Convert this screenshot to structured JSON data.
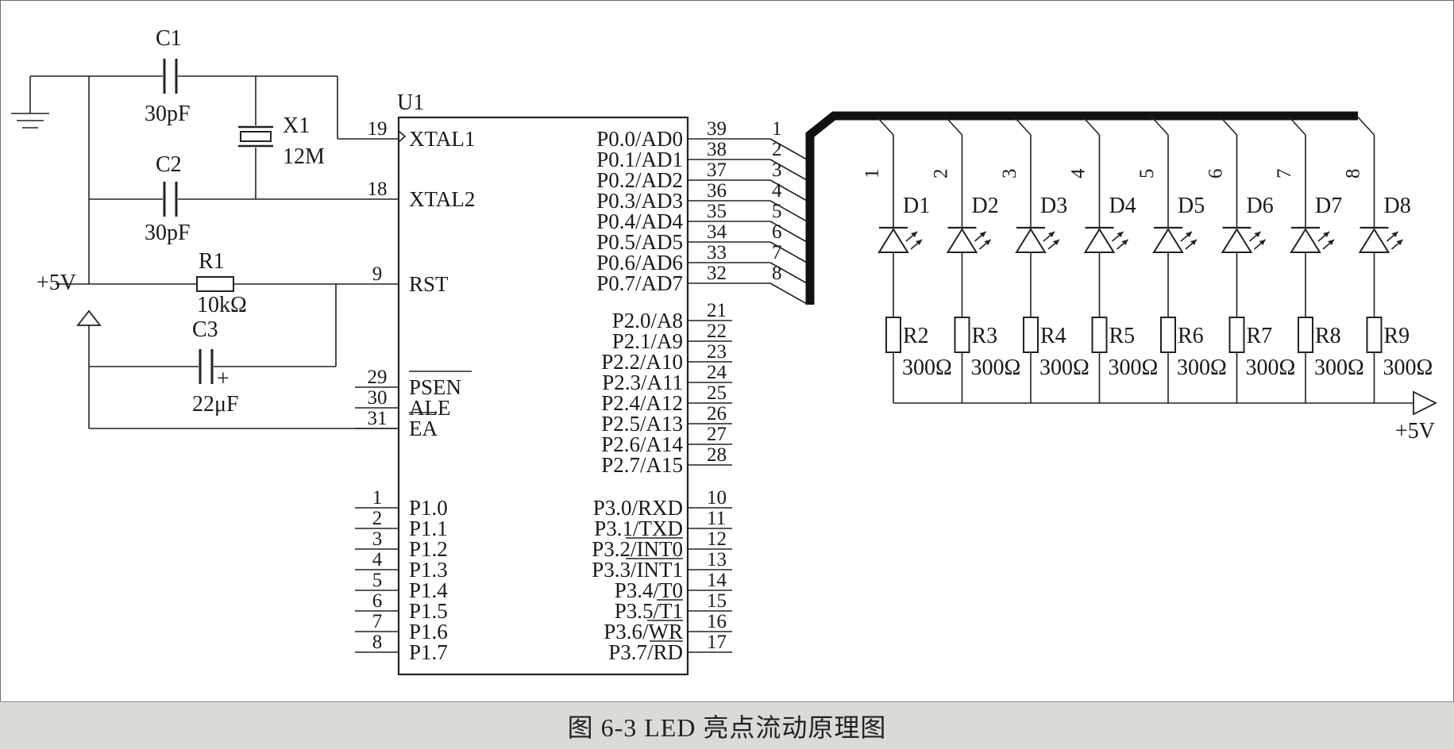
{
  "caption": "图 6-3    LED 亮点流动原理图",
  "chip": {
    "ref": "U1",
    "left_pins": [
      {
        "num": "19",
        "name": "XTAL1"
      },
      {
        "num": "18",
        "name": "XTAL2"
      },
      {
        "num": "9",
        "name": "RST"
      },
      {
        "num": "29",
        "name": "PSEN"
      },
      {
        "num": "30",
        "name": "ALE"
      },
      {
        "num": "31",
        "name": "EA"
      },
      {
        "num": "1",
        "name": "P1.0"
      },
      {
        "num": "2",
        "name": "P1.1"
      },
      {
        "num": "3",
        "name": "P1.2"
      },
      {
        "num": "4",
        "name": "P1.3"
      },
      {
        "num": "5",
        "name": "P1.4"
      },
      {
        "num": "6",
        "name": "P1.5"
      },
      {
        "num": "7",
        "name": "P1.6"
      },
      {
        "num": "8",
        "name": "P1.7"
      }
    ],
    "right_pins": [
      {
        "num": "39",
        "name": "P0.0/AD0",
        "bus": "1"
      },
      {
        "num": "38",
        "name": "P0.1/AD1",
        "bus": "2"
      },
      {
        "num": "37",
        "name": "P0.2/AD2",
        "bus": "3"
      },
      {
        "num": "36",
        "name": "P0.3/AD3",
        "bus": "4"
      },
      {
        "num": "35",
        "name": "P0.4/AD4",
        "bus": "5"
      },
      {
        "num": "34",
        "name": "P0.5/AD5",
        "bus": "6"
      },
      {
        "num": "33",
        "name": "P0.6/AD6",
        "bus": "7"
      },
      {
        "num": "32",
        "name": "P0.7/AD7",
        "bus": "8"
      },
      {
        "num": "21",
        "name": "P2.0/A8"
      },
      {
        "num": "22",
        "name": "P2.1/A9"
      },
      {
        "num": "23",
        "name": "P2.2/A10"
      },
      {
        "num": "24",
        "name": "P2.3/A11"
      },
      {
        "num": "25",
        "name": "P2.4/A12"
      },
      {
        "num": "26",
        "name": "P2.5/A13"
      },
      {
        "num": "27",
        "name": "P2.6/A14"
      },
      {
        "num": "28",
        "name": "P2.7/A15"
      },
      {
        "num": "10",
        "name": "P3.0/RXD"
      },
      {
        "num": "11",
        "name": "P3.1/TXD"
      },
      {
        "num": "12",
        "name": "P3.2/INT0"
      },
      {
        "num": "13",
        "name": "P3.3/INT1"
      },
      {
        "num": "14",
        "name": "P3.4/T0"
      },
      {
        "num": "15",
        "name": "P3.5/T1"
      },
      {
        "num": "16",
        "name": "P3.6/WR"
      },
      {
        "num": "17",
        "name": "P3.7/RD"
      }
    ]
  },
  "components": {
    "c1": {
      "ref": "C1",
      "value": "30pF"
    },
    "c2": {
      "ref": "C2",
      "value": "30pF"
    },
    "c3": {
      "ref": "C3",
      "value": "22μF",
      "plus": "+"
    },
    "x1": {
      "ref": "X1",
      "value": "12M"
    },
    "r1": {
      "ref": "R1",
      "value": "10kΩ"
    },
    "vcc_left": "+5V",
    "vcc_right": "+5V"
  },
  "leds": [
    {
      "bus": "1",
      "led": "D1",
      "res": "R2",
      "value": "300Ω"
    },
    {
      "bus": "2",
      "led": "D2",
      "res": "R3",
      "value": "300Ω"
    },
    {
      "bus": "3",
      "led": "D3",
      "res": "R4",
      "value": "300Ω"
    },
    {
      "bus": "4",
      "led": "D4",
      "res": "R5",
      "value": "300Ω"
    },
    {
      "bus": "5",
      "led": "D5",
      "res": "R6",
      "value": "300Ω"
    },
    {
      "bus": "6",
      "led": "D6",
      "res": "R7",
      "value": "300Ω"
    },
    {
      "bus": "7",
      "led": "D7",
      "res": "R8",
      "value": "300Ω"
    },
    {
      "bus": "8",
      "led": "D8",
      "res": "R9",
      "value": "300Ω"
    }
  ]
}
